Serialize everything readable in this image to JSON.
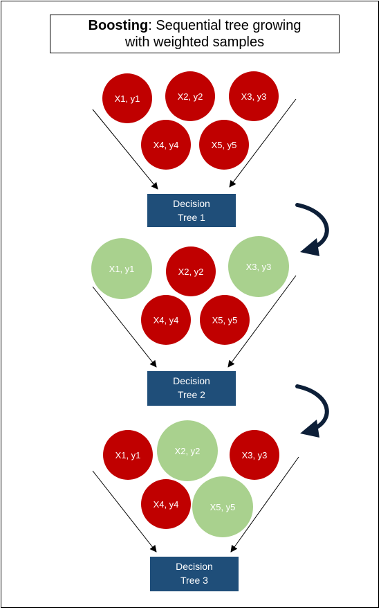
{
  "title": {
    "bold": "Boosting",
    "rest_line1": ": Sequential tree growing",
    "line2": "with weighted samples"
  },
  "colors": {
    "misclassified": "#c00000",
    "correct": "#a9d18e",
    "tree_box": "#1f4e79",
    "curved_arrow": "#0d1f38"
  },
  "stages": [
    {
      "samples": [
        {
          "label": "X1, y1",
          "state": "red"
        },
        {
          "label": "X2, y2",
          "state": "red"
        },
        {
          "label": "X3, y3",
          "state": "red"
        },
        {
          "label": "X4, y4",
          "state": "red"
        },
        {
          "label": "X5, y5",
          "state": "red"
        }
      ],
      "tree": {
        "line1": "Decision",
        "line2": "Tree 1"
      }
    },
    {
      "samples": [
        {
          "label": "X1, y1",
          "state": "green"
        },
        {
          "label": "X2, y2",
          "state": "red"
        },
        {
          "label": "X3, y3",
          "state": "green"
        },
        {
          "label": "X4, y4",
          "state": "red"
        },
        {
          "label": "X5, y5",
          "state": "red"
        }
      ],
      "tree": {
        "line1": "Decision",
        "line2": "Tree 2"
      }
    },
    {
      "samples": [
        {
          "label": "X1, y1",
          "state": "red"
        },
        {
          "label": "X2, y2",
          "state": "green"
        },
        {
          "label": "X3, y3",
          "state": "red"
        },
        {
          "label": "X4, y4",
          "state": "red"
        },
        {
          "label": "X5, y5",
          "state": "green"
        }
      ],
      "tree": {
        "line1": "Decision",
        "line2": "Tree 3"
      }
    }
  ]
}
